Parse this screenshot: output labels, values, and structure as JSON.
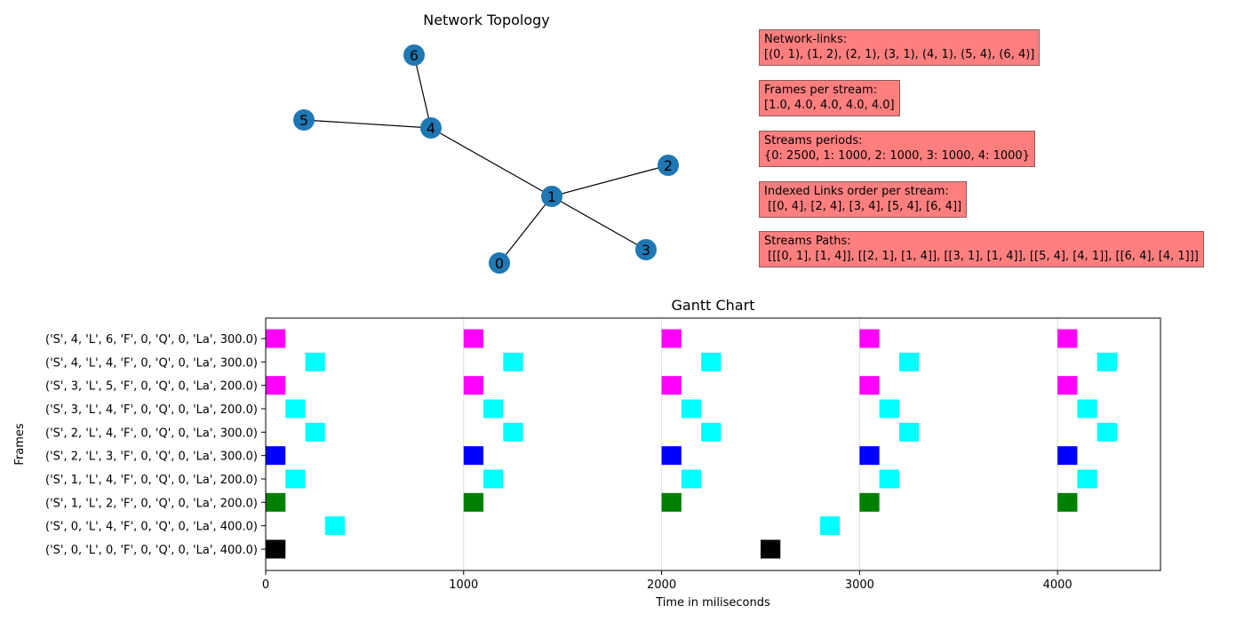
{
  "topology": {
    "title": "Network  Topology",
    "edges": [
      [
        0,
        1
      ],
      [
        1,
        2
      ],
      [
        3,
        1
      ],
      [
        4,
        1
      ],
      [
        5,
        4
      ],
      [
        6,
        4
      ]
    ],
    "node_color": "#1f77b4",
    "edge_color": "#000000"
  },
  "info_boxes": {
    "links_title": "Network-links:",
    "links_value": "[(0, 1), (1, 2), (2, 1), (3, 1), (4, 1), (5, 4), (6, 4)]",
    "frames_title": "Frames per stream:",
    "frames_value": "[1.0, 4.0, 4.0, 4.0, 4.0]",
    "periods_title": "Streams periods:",
    "periods_value": "{0: 2500, 1: 1000, 2: 1000, 3: 1000, 4: 1000}",
    "order_title": "Indexed Links order per stream:",
    "order_value": " [[0, 4], [2, 4], [3, 4], [5, 4], [6, 4]]",
    "paths_title": "Streams Paths:",
    "paths_value": " [[[0, 1], [1, 4]], [[2, 1], [1, 4]], [[3, 1], [1, 4]], [[5, 4], [4, 1]], [[6, 4], [4, 1]]]",
    "box_color": "#ff7f7f"
  },
  "chart_data": {
    "type": "gantt",
    "title": "Gantt Chart",
    "xlabel": "Time in miliseconds",
    "ylabel": "Frames",
    "xlim": [
      0,
      4520
    ],
    "xticks": [
      0,
      1000,
      2000,
      3000,
      4000
    ],
    "grid": "vertical",
    "bar_width": 100,
    "rows": [
      "('S', 0, 'L', 0, 'F', 0, 'Q', 0, 'La', 400.0)",
      "('S', 0, 'L', 4, 'F', 0, 'Q', 0, 'La', 400.0)",
      "('S', 1, 'L', 2, 'F', 0, 'Q', 0, 'La', 200.0)",
      "('S', 1, 'L', 4, 'F', 0, 'Q', 0, 'La', 200.0)",
      "('S', 2, 'L', 3, 'F', 0, 'Q', 0, 'La', 300.0)",
      "('S', 2, 'L', 4, 'F', 0, 'Q', 0, 'La', 300.0)",
      "('S', 3, 'L', 4, 'F', 0, 'Q', 0, 'La', 200.0)",
      "('S', 3, 'L', 5, 'F', 0, 'Q', 0, 'La', 200.0)",
      "('S', 4, 'L', 4, 'F', 0, 'Q', 0, 'La', 300.0)",
      "('S', 4, 'L', 6, 'F', 0, 'Q', 0, 'La', 300.0)"
    ],
    "bars": [
      {
        "row": 0,
        "start": 0,
        "color": "#000000"
      },
      {
        "row": 0,
        "start": 2500,
        "color": "#000000"
      },
      {
        "row": 1,
        "start": 300,
        "color": "#00ffff"
      },
      {
        "row": 1,
        "start": 2800,
        "color": "#00ffff"
      },
      {
        "row": 2,
        "start": 0,
        "color": "#008000"
      },
      {
        "row": 2,
        "start": 1000,
        "color": "#008000"
      },
      {
        "row": 2,
        "start": 2000,
        "color": "#008000"
      },
      {
        "row": 2,
        "start": 3000,
        "color": "#008000"
      },
      {
        "row": 2,
        "start": 4000,
        "color": "#008000"
      },
      {
        "row": 3,
        "start": 100,
        "color": "#00ffff"
      },
      {
        "row": 3,
        "start": 1100,
        "color": "#00ffff"
      },
      {
        "row": 3,
        "start": 2100,
        "color": "#00ffff"
      },
      {
        "row": 3,
        "start": 3100,
        "color": "#00ffff"
      },
      {
        "row": 3,
        "start": 4100,
        "color": "#00ffff"
      },
      {
        "row": 4,
        "start": 0,
        "color": "#0000ff"
      },
      {
        "row": 4,
        "start": 1000,
        "color": "#0000ff"
      },
      {
        "row": 4,
        "start": 2000,
        "color": "#0000ff"
      },
      {
        "row": 4,
        "start": 3000,
        "color": "#0000ff"
      },
      {
        "row": 4,
        "start": 4000,
        "color": "#0000ff"
      },
      {
        "row": 5,
        "start": 200,
        "color": "#00ffff"
      },
      {
        "row": 5,
        "start": 1200,
        "color": "#00ffff"
      },
      {
        "row": 5,
        "start": 2200,
        "color": "#00ffff"
      },
      {
        "row": 5,
        "start": 3200,
        "color": "#00ffff"
      },
      {
        "row": 5,
        "start": 4200,
        "color": "#00ffff"
      },
      {
        "row": 6,
        "start": 100,
        "color": "#00ffff"
      },
      {
        "row": 6,
        "start": 1100,
        "color": "#00ffff"
      },
      {
        "row": 6,
        "start": 2100,
        "color": "#00ffff"
      },
      {
        "row": 6,
        "start": 3100,
        "color": "#00ffff"
      },
      {
        "row": 6,
        "start": 4100,
        "color": "#00ffff"
      },
      {
        "row": 7,
        "start": 0,
        "color": "#ff00ff"
      },
      {
        "row": 7,
        "start": 1000,
        "color": "#ff00ff"
      },
      {
        "row": 7,
        "start": 2000,
        "color": "#ff00ff"
      },
      {
        "row": 7,
        "start": 3000,
        "color": "#ff00ff"
      },
      {
        "row": 7,
        "start": 4000,
        "color": "#ff00ff"
      },
      {
        "row": 8,
        "start": 200,
        "color": "#00ffff"
      },
      {
        "row": 8,
        "start": 1200,
        "color": "#00ffff"
      },
      {
        "row": 8,
        "start": 2200,
        "color": "#00ffff"
      },
      {
        "row": 8,
        "start": 3200,
        "color": "#00ffff"
      },
      {
        "row": 8,
        "start": 4200,
        "color": "#00ffff"
      },
      {
        "row": 9,
        "start": 0,
        "color": "#ff00ff"
      },
      {
        "row": 9,
        "start": 1000,
        "color": "#ff00ff"
      },
      {
        "row": 9,
        "start": 2000,
        "color": "#ff00ff"
      },
      {
        "row": 9,
        "start": 3000,
        "color": "#ff00ff"
      },
      {
        "row": 9,
        "start": 4000,
        "color": "#ff00ff"
      }
    ]
  }
}
